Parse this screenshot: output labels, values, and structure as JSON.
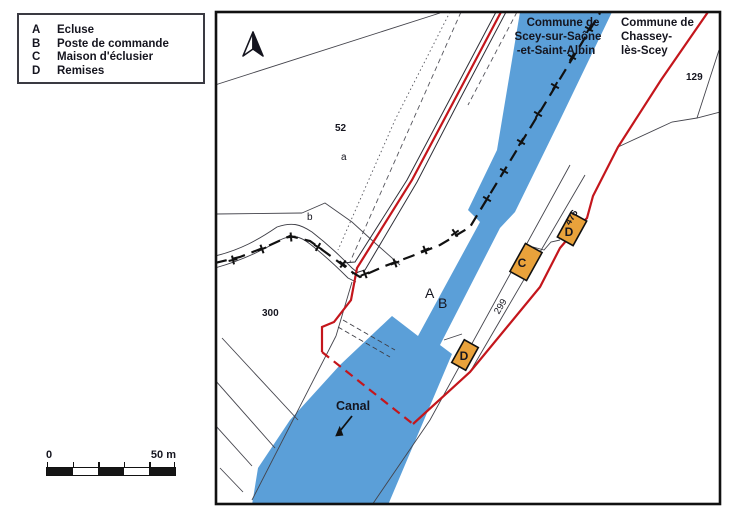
{
  "legend": {
    "items": [
      {
        "key": "A",
        "label": "Ecluse"
      },
      {
        "key": "B",
        "label": "Poste de commande"
      },
      {
        "key": "C",
        "label": "Maison d'éclusier"
      },
      {
        "key": "D",
        "label": "Remises"
      }
    ]
  },
  "map": {
    "commune_left": {
      "line1": "Commune de",
      "line2": "Scey-sur-Saône",
      "line3": "-et-Saint-Albin"
    },
    "commune_right": {
      "line1": "Commune de",
      "line2": "Chassey-",
      "line3": "lès-Scey"
    },
    "parcels": {
      "p52": "52",
      "p129": "129",
      "p299": "299",
      "p300": "300",
      "p476": "476",
      "sub_a": "a",
      "sub_b": "b"
    },
    "markers": {
      "lock": "A",
      "command": "B"
    },
    "buildings": {
      "c": "C",
      "d_upper": "D",
      "d_lower": "D"
    },
    "canal_label": "Canal"
  },
  "scalebar": {
    "start": "0",
    "end": "50 m"
  },
  "colors": {
    "water": "#5B9FD8",
    "boundary": "#C4161C",
    "building": "#E9A23B"
  }
}
